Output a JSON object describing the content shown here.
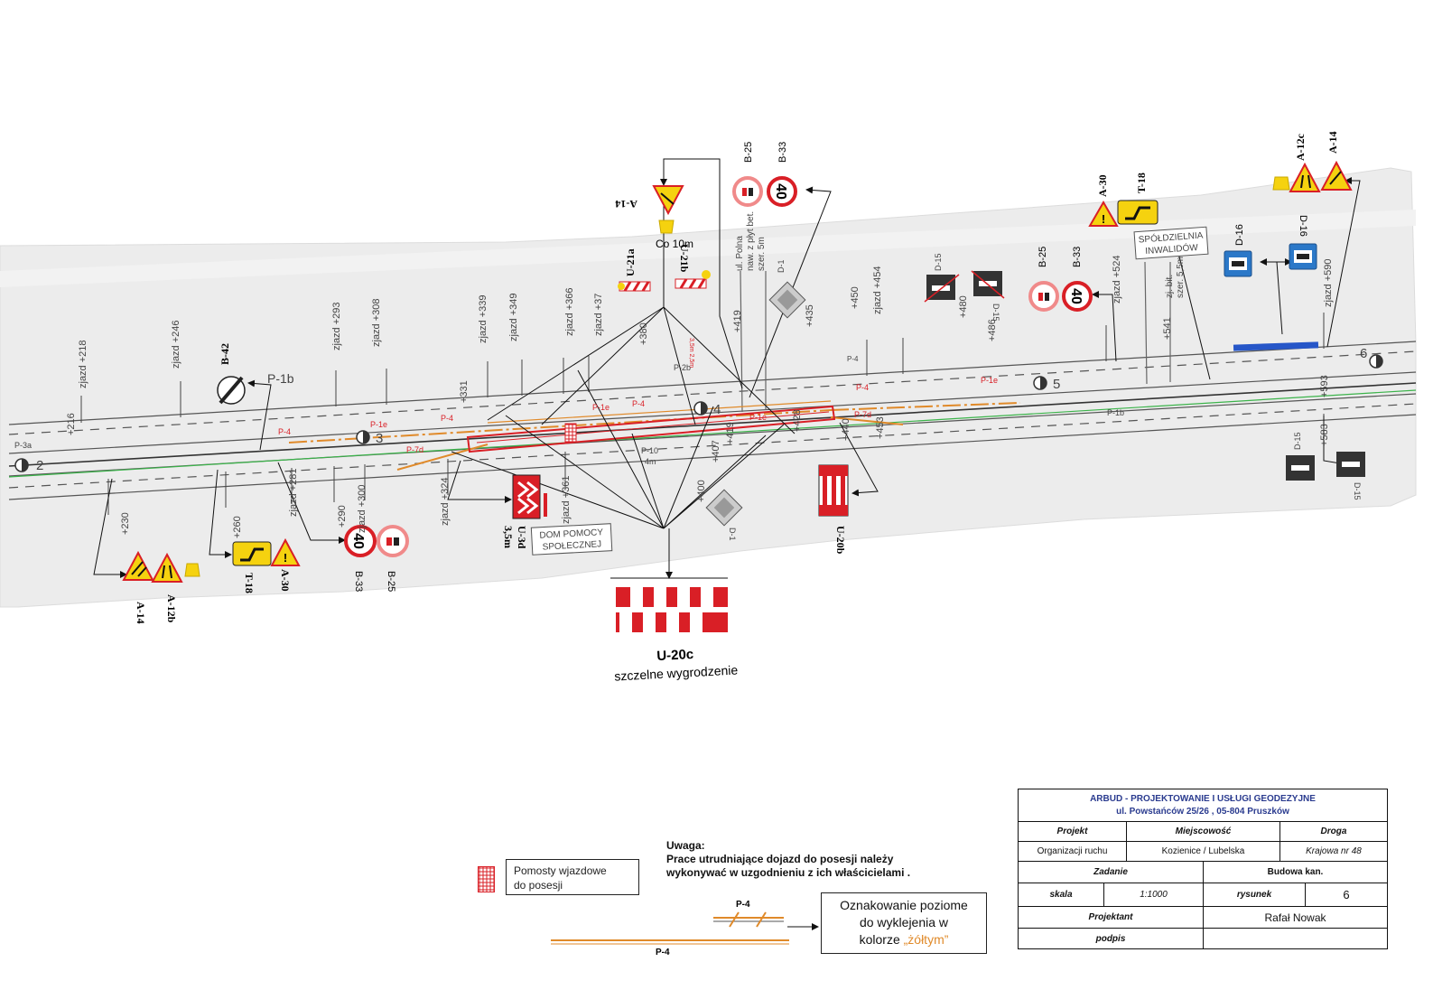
{
  "plan": {
    "signs": {
      "b42": "B-42",
      "p1b_top": "P-1b",
      "p1b_mid": "P-1b",
      "a14_left": "A-14",
      "a12b": "A-12b",
      "t18_left": "T-18",
      "a30_left": "A-30",
      "b33_left": "B-33",
      "b25_left": "B-25",
      "u3d": "U-3d",
      "u3d_width": "3,5m",
      "a14_top": "A-14",
      "co10m": "Co 10m",
      "u21a": "U-21a",
      "u21b": "U-21b",
      "b25_top": "B-25",
      "b33_top": "B-33",
      "u20b": "U-20b",
      "u20c": "U-20c",
      "u20c_desc": "szczelne wygrodzenie",
      "b25_right": "B-25",
      "b33_right": "B-33",
      "a30_right": "A-30",
      "t18_right": "T-18",
      "d16_a": "D-16",
      "d16_b": "D-16",
      "a12c": "A-12c",
      "a14_right": "A-14",
      "d1_top": "D-1",
      "d1_bottom": "D-1",
      "d15_1": "D-15",
      "d15_2": "D-15",
      "d15_3": "D-15",
      "d15_4": "D-15",
      "speed_value": "40"
    },
    "markings": {
      "p3a": "P-3a",
      "p4_a": "P-4",
      "p1e_a": "P-1e",
      "p7d_a": "P-7d",
      "p4_b": "P-4",
      "p1e_b": "P-1e",
      "p4_c": "P-4",
      "p2b": "P-2b",
      "p1e_c": "P-1e",
      "p4_d": "P-4",
      "p7d_b": "P-7d",
      "p1e_d": "P-1e",
      "p4_top": "P-4",
      "p10": "P-10",
      "p10_w": "4m",
      "p1b_r": "P-1b",
      "red_small": "3,5m 2,5m"
    },
    "points": {
      "n2": "2",
      "n3": "3",
      "n4": "4",
      "n5": "5",
      "n6": "6"
    },
    "places": {
      "dom_pomocy_1": "DOM POMOCY",
      "dom_pomocy_2": "SPOŁECZNEJ",
      "spoldzielnia_1": "SPÓŁDZIELNIA",
      "spoldzielnia_2": "INWALIDÓW"
    },
    "side_road_left": [
      "ul. Polna",
      "naw. z płyt bet.",
      "szer. 5m"
    ],
    "side_road_right": [
      "zj. bit.",
      "szer. 5,5m"
    ],
    "chainage_top": [
      {
        "t": "zjazd",
        "k": "+218"
      },
      {
        "t": "zjazd",
        "k": "+246"
      },
      {
        "t": "zjazd",
        "k": "+293"
      },
      {
        "t": "zjazd",
        "k": "+308"
      },
      {
        "t": "zjazd",
        "k": "+339"
      },
      {
        "t": "zjazd",
        "k": "+349"
      },
      {
        "t": "zjazd",
        "k": "+366"
      },
      {
        "t": "zjazd",
        "k": "+37"
      },
      {
        "t": "",
        "k": "+380"
      },
      {
        "t": "",
        "k": "+419"
      },
      {
        "t": "",
        "k": "+435"
      },
      {
        "t": "",
        "k": "+450"
      },
      {
        "t": "zjazd",
        "k": "+454"
      },
      {
        "t": "",
        "k": "+480"
      },
      {
        "t": "",
        "k": "+486"
      },
      {
        "t": "zjazd",
        "k": "+524"
      },
      {
        "t": "",
        "k": "+541"
      },
      {
        "t": "zjazd",
        "k": "+590"
      }
    ],
    "chainage_bottom": [
      {
        "t": "",
        "k": "+216"
      },
      {
        "t": "",
        "k": "+230"
      },
      {
        "t": "",
        "k": "+260"
      },
      {
        "t": "zjazd",
        "k": "+281"
      },
      {
        "t": "",
        "k": "+290"
      },
      {
        "t": "zjazd",
        "k": "+300"
      },
      {
        "t": "zjazd",
        "k": "+324"
      },
      {
        "t": "zjazd",
        "k": "+361"
      },
      {
        "t": "",
        "k": "+331"
      },
      {
        "t": "",
        "k": "+400"
      },
      {
        "t": "",
        "k": "+407"
      },
      {
        "t": "",
        "k": "+419"
      },
      {
        "t": "",
        "k": "+428"
      },
      {
        "t": "",
        "k": "+440"
      },
      {
        "t": "",
        "k": "+453"
      },
      {
        "t": "",
        "k": "+583"
      },
      {
        "t": "",
        "k": "+593"
      }
    ]
  },
  "legend": {
    "pomosty_1": "Pomosty wjazdowe",
    "pomosty_2": "do posesji"
  },
  "note": {
    "title": "Uwaga:",
    "line1": "Prace utrudniające dojazd do posesji należy",
    "line2": "wykonywać w uzgodnieniu z ich właścicielami ."
  },
  "marking_legend": {
    "p4_top": "P-4",
    "p4_bottom": "P-4",
    "line1": "Oznakowanie poziome",
    "line2": "do wyklejenia w",
    "line3_a": "kolorze ",
    "line3_b": "„żółtym”"
  },
  "title_block": {
    "company": "ARBUD - PROJEKTOWANIE I USŁUGI GEODEZYJNE",
    "address": "ul. Powstańców 25/26 , 05-804 Pruszków",
    "h_projekt": "Projekt",
    "h_miejscowosc": "Miejscowość",
    "h_droga": "Droga",
    "v_projekt": "Organizacji ruchu",
    "v_miejscowosc": "Kozienice / Lubelska",
    "v_droga": "Krajowa nr 48",
    "h_zadanie": "Zadanie",
    "v_zadanie": "Budowa kan.",
    "h_skala": "skala",
    "v_skala": "1:1000",
    "h_rysunek": "rysunek",
    "v_rysunek": "6",
    "h_projektant": "Projektant",
    "v_projektant": "Rafał Nowak",
    "h_podpis": "podpis",
    "v_podpis": ""
  },
  "colors": {
    "warning_yellow": "#f5d20f",
    "sign_red": "#d91f26",
    "marking_orange": "#e08a2a",
    "info_blue": "#2b78c8",
    "centerline_green": "#3bb34a",
    "title_blue": "#2a3b8f"
  }
}
